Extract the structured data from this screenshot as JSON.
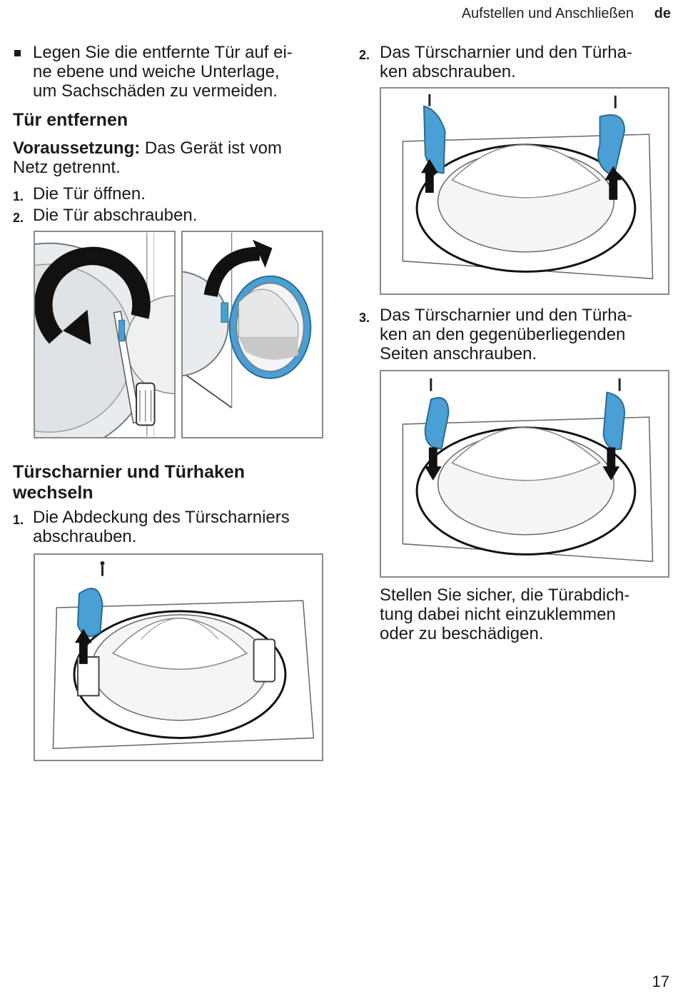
{
  "header": {
    "section_title": "Aufstellen und Anschließen",
    "lang": "de"
  },
  "left": {
    "bullet_text": [
      "Legen Sie die entfernte Tür auf ei-",
      "ne ebene und weiche Unterlage,",
      "um Sachschäden zu vermeiden."
    ],
    "section1": {
      "title": "Tür entfernen",
      "prereq_label": "Voraussetzung:",
      "prereq_text_1": " Das Gerät ist vom",
      "prereq_text_2": "Netz getrennt.",
      "steps": [
        {
          "num": "1.",
          "text": "Die Tür öffnen."
        },
        {
          "num": "2.",
          "text": "Die Tür abschrauben."
        }
      ]
    },
    "section2": {
      "title": [
        "Türscharnier und Türhaken",
        "wechseln"
      ],
      "steps": [
        {
          "num": "1.",
          "text": [
            "Die Abdeckung des Türscharniers",
            "abschrauben."
          ]
        }
      ]
    }
  },
  "right": {
    "steps": [
      {
        "num": "2.",
        "text": [
          "Das Türscharnier und den Türha-",
          "ken abschrauben."
        ]
      },
      {
        "num": "3.",
        "text": [
          "Das Türscharnier und den Türha-",
          "ken an den gegenüberliegenden",
          "Seiten anschrauben."
        ]
      }
    ],
    "note": [
      "Stellen Sie sicher, die Türabdich-",
      "tung dabei nicht einzuklemmen",
      "oder zu beschädigen."
    ]
  },
  "page_number": "17",
  "colors": {
    "accent_blue": "#4a9fd4",
    "frame_grey": "#8a8a8a",
    "text": "#1a1a1a"
  }
}
